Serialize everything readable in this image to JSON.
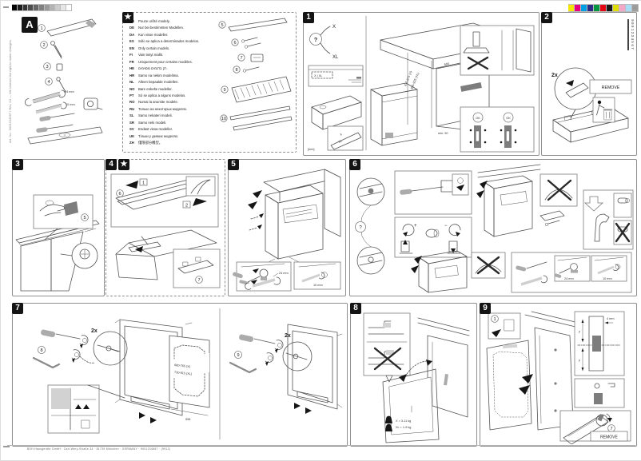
{
  "calibration": {
    "grayscale": [
      "#000000",
      "#1b1b1b",
      "#333333",
      "#4d4d4d",
      "#666666",
      "#808080",
      "#999999",
      "#b3b3b3",
      "#cccccc",
      "#e6e6e6",
      "#ffffff"
    ],
    "colorbar": [
      "#f3e600",
      "#e6007e",
      "#009fe3",
      "#2d2e83",
      "#009640",
      "#e30613",
      "#1a1a1a",
      "#dedc00",
      "#f4a8c8",
      "#a9dcf5",
      "#9d9d9c"
    ]
  },
  "tools_panel": {
    "label": "A",
    "part_1": "1",
    "part_2": "2",
    "part_3": "3",
    "part_4": "4",
    "wrench_large": "24 mm",
    "wrench_small": "10 mm"
  },
  "side_note": "Art. No.: 9001234567 / Rev. 04 — We reserve the right to make changes.",
  "print_code": "9001234567",
  "star_box": {
    "star": "★",
    "languages": [
      {
        "code": "CS",
        "text": "Pouze určité modely."
      },
      {
        "code": "DE",
        "text": "Nur bei bestimmten Modellen."
      },
      {
        "code": "DA",
        "text": "Kun visse modeller."
      },
      {
        "code": "ES",
        "text": "Sólo se aplica a determinados modelos."
      },
      {
        "code": "EN",
        "text": "Only certain models."
      },
      {
        "code": "FI",
        "text": "Vain tietyt mallit."
      },
      {
        "code": "FR",
        "text": "Uniquement pour certains modèles."
      },
      {
        "code": "HE",
        "text": "רק בדגמים מסוימים."
      },
      {
        "code": "HR",
        "text": "Samo na nekim modelima."
      },
      {
        "code": "NL",
        "text": "Alleen bepaalde modellen."
      },
      {
        "code": "NO",
        "text": "Bare enkelte modeller."
      },
      {
        "code": "PT",
        "text": "Só se aplica a alguns modelos."
      },
      {
        "code": "RO",
        "text": "Numai la anumite modele."
      },
      {
        "code": "RU",
        "text": "Только на некоторых моделях."
      },
      {
        "code": "SL",
        "text": "Samo nekateri modeli."
      },
      {
        "code": "SR",
        "text": "Samo neki modeli."
      },
      {
        "code": "SV",
        "text": "Endast vissa modeller."
      },
      {
        "code": "UK",
        "text": "Тільки у деяких моделях."
      },
      {
        "code": "ZH",
        "text": "僅限部分機型。"
      }
    ],
    "part_5": "5",
    "part_6": "6",
    "part_7": "7",
    "part_8": "8",
    "part_9": "9",
    "part_10": "10"
  },
  "step1": {
    "number": "1",
    "question_mark": "?",
    "size_x": "X",
    "size_xl": "XL",
    "plate_sizes": "X | XL",
    "unit": "[mm]",
    "dim_width": "600",
    "dim_depth": "min. 550",
    "dim_height_x": "815-875 (X)",
    "dim_height_xl": "865-925 (XL)",
    "dim_plinth": "min. 90",
    "dim_floor": "100",
    "ok": "OK",
    "base_x": "X",
    "base_xl": "XL"
  },
  "step2": {
    "number": "2",
    "count": "2x",
    "remove": "REMOVE"
  },
  "step3": {
    "number": "3",
    "part_ref": "5"
  },
  "step4": {
    "number": "4",
    "star": "★",
    "arrow_1": "1",
    "arrow_2": "2",
    "part_ref_a": "6",
    "part_ref_b": "7"
  },
  "step5": {
    "number": "5",
    "wrench_large": "24 mm",
    "wrench_small": "10 mm"
  },
  "step6": {
    "number": "6",
    "question_mark": "?",
    "plus": "+",
    "minus": "−",
    "wrench_large": "24 mm",
    "wrench_small": "10 mm"
  },
  "step7": {
    "number": "7",
    "count": "2x",
    "part_ref_a": "8",
    "part_ref_b": "9",
    "door_height_x": "680-765 (X)",
    "door_height_xl": "730-815 (XL)",
    "door_width": "598"
  },
  "step8": {
    "number": "8",
    "weight_x": "X = 3-11 kg",
    "weight_xl": "XL = 1-9 kg"
  },
  "step9": {
    "number": "9",
    "part_ref_a": "1",
    "dim_gap": "4 mm",
    "dim_y1": "y",
    "dim_y2": "y",
    "part_ref_b": "7",
    "remove": "REMOVE"
  },
  "footer": {
    "imprint": "BSH Hausgeräte GmbH · Carl-Wery-Straße 34 · 81739 München · GERMANY · 9001234567 · (9912)"
  }
}
